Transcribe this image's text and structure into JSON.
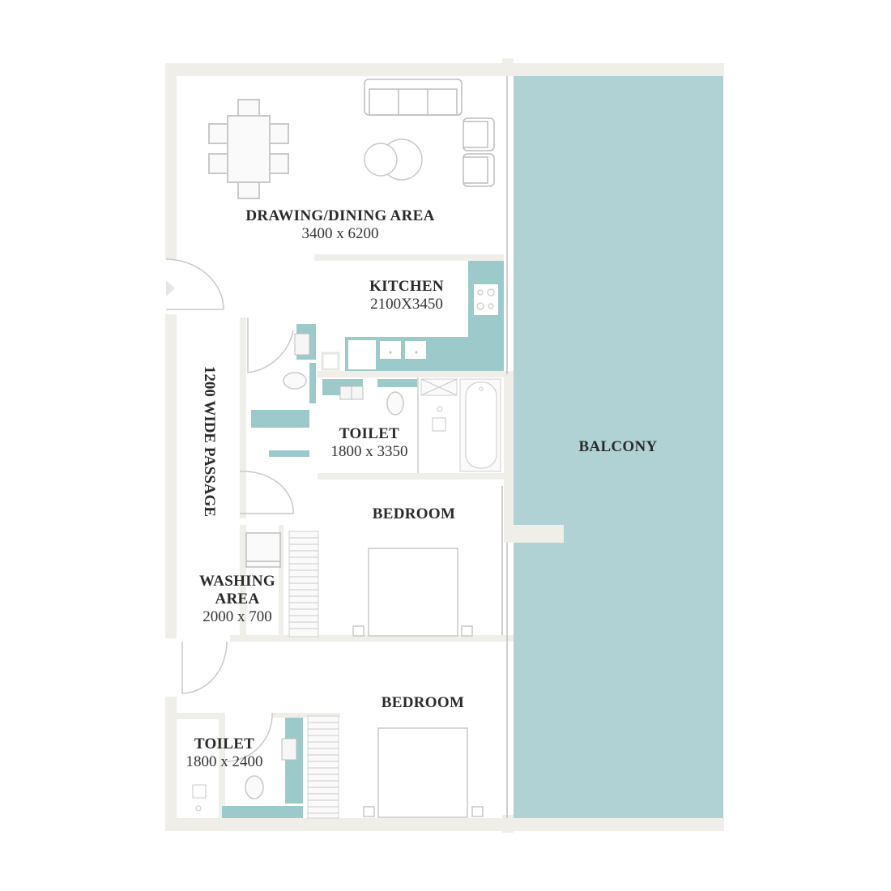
{
  "floor_plan": {
    "colors": {
      "wall": "#efeee9",
      "balcony": "#b0d2d4",
      "fixture_teal": "#9ccacb",
      "line": "#bdbdbd",
      "text": "#2a2a2a"
    },
    "rooms": [
      {
        "id": "drawing_dining",
        "name": "DRAWING/DINING AREA",
        "dimensions": "3400 x 6200"
      },
      {
        "id": "kitchen",
        "name": "KITCHEN",
        "dimensions": "2100X3450"
      },
      {
        "id": "toilet_1",
        "name": "TOILET",
        "dimensions": "1800 x 3350"
      },
      {
        "id": "passage",
        "name": "1200 WIDE PASSAGE"
      },
      {
        "id": "bedroom_1",
        "name": "BEDROOM"
      },
      {
        "id": "washing_area",
        "name": "WASHING AREA",
        "name_line1": "WASHING",
        "name_line2": "AREA",
        "dimensions": "2000 x 700"
      },
      {
        "id": "bedroom_2",
        "name": "BEDROOM"
      },
      {
        "id": "toilet_2",
        "name": "TOILET",
        "dimensions": "1800 x 2400"
      },
      {
        "id": "balcony",
        "name": "BALCONY"
      }
    ]
  }
}
